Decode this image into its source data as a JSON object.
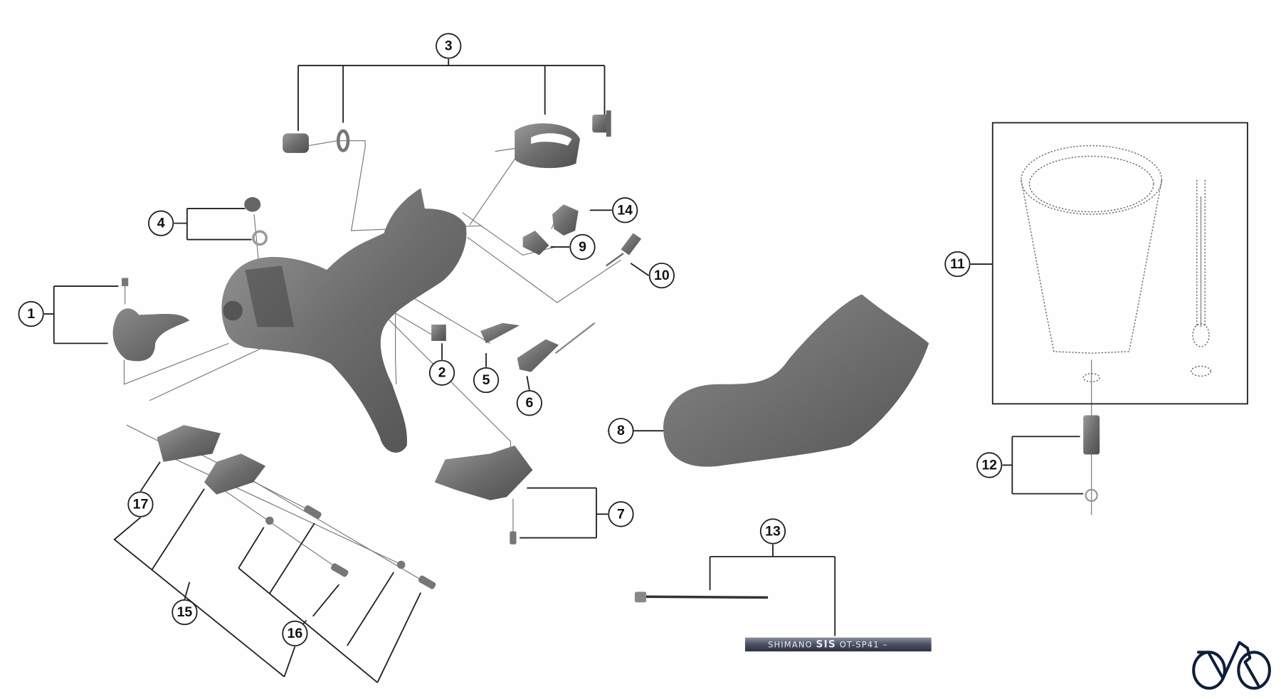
{
  "callouts": [
    {
      "label": "1"
    },
    {
      "label": "2"
    },
    {
      "label": "3"
    },
    {
      "label": "4"
    },
    {
      "label": "5"
    },
    {
      "label": "6"
    },
    {
      "label": "7"
    },
    {
      "label": "8"
    },
    {
      "label": "9"
    },
    {
      "label": "10"
    },
    {
      "label": "11"
    },
    {
      "label": "12"
    },
    {
      "label": "13"
    },
    {
      "label": "14"
    },
    {
      "label": "15"
    },
    {
      "label": "16"
    },
    {
      "label": "17"
    }
  ],
  "housing": {
    "brand": "SHIMANO",
    "series": "SIS",
    "code": "OT-SP41 –"
  },
  "logo": {
    "icon": "bicycle-icon",
    "color": "#0f1e3a"
  },
  "colors": {
    "part": "#6e6e6e",
    "line": "#222222"
  }
}
